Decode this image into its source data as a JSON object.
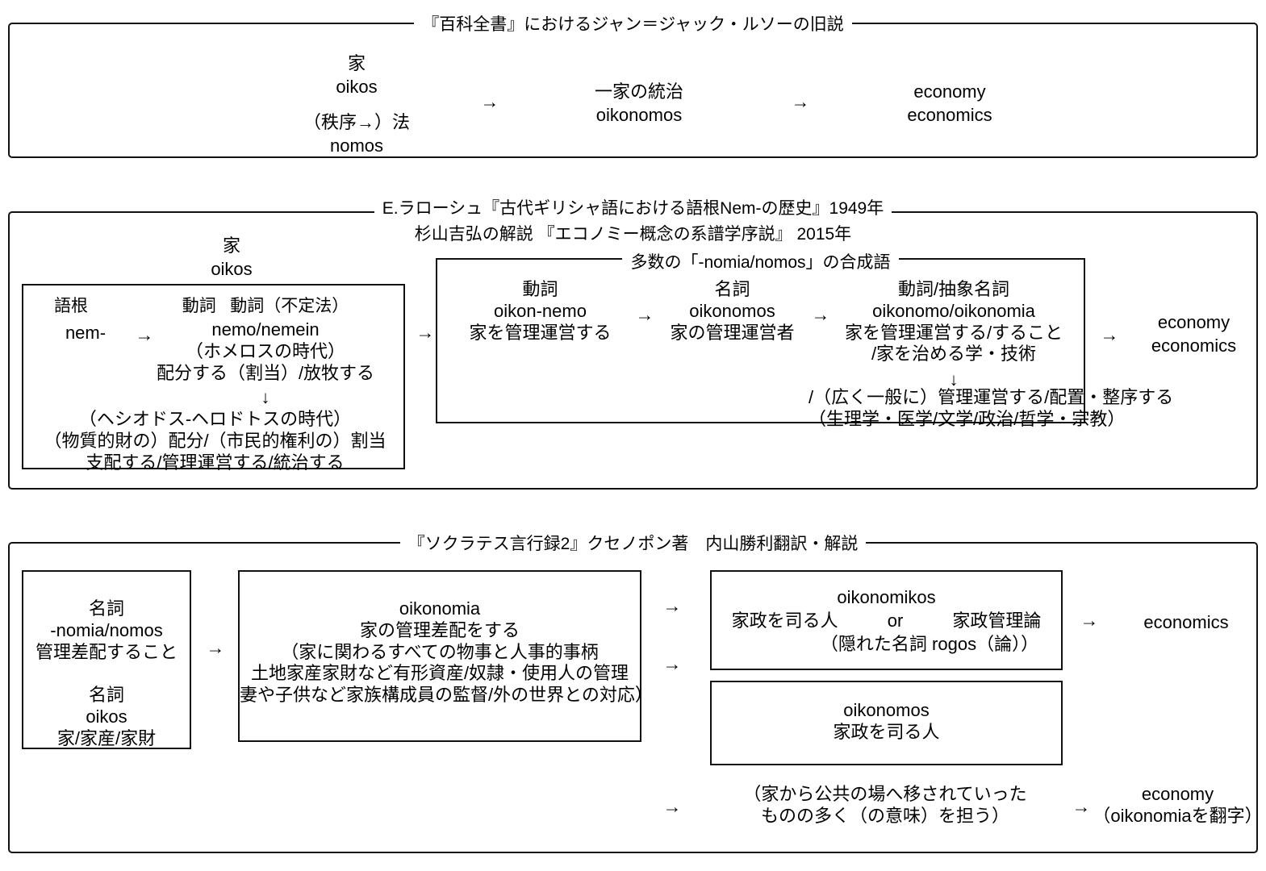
{
  "page": {
    "title": "オイコス・ノモス語源系譜図"
  },
  "sections": [
    {
      "id": "rousseau",
      "title": "『百科全書』におけるジャン＝ジャック・ルソーの旧説",
      "nodes": {
        "left_top": "家\noikos",
        "left_bottom": "（秩序→）法\nnomos",
        "middle": "一家の統治\noikonomos",
        "right": "economy\neconomics"
      },
      "arrows": [
        "→",
        "→"
      ]
    },
    {
      "id": "laroche",
      "title_line1": "E.ラローシュ『古代ギリシャ語における語根Nem-の歴史』1949年",
      "title_line2": "杉山吉弘の解説 『エコノミー概念の系譜学序説』 2015年",
      "oikos_label": "家\noikos",
      "root_box": {
        "headers": "語根                    動詞   動詞（不定法）",
        "root": "nem-",
        "arrow": "→",
        "verb_forms": "nemo/nemein\n（ホメロスの時代）\n配分する（割当）/放牧する",
        "down_arrow": "↓",
        "later_meanings": "（ヘシオドス-ヘロドトスの時代）\n（物質的財の）配分/（市民的権利の）割当\n支配する/管理運営する/統治する"
      },
      "arrow_to_compound": "→",
      "compound_box": {
        "title": "多数の「-nomia/nomos」の合成語",
        "col1": "動詞\noikon-nemo\n家を管理運営する",
        "arrow1": "→",
        "col2": "名詞\noikonomos\n家の管理運営者",
        "arrow2": "→",
        "col3": "動詞/抽象名詞\noikonomo/oikonomia\n家を管理運営する/すること\n/家を治める学・技術",
        "col3_down_arrow": "↓",
        "col3_extended": "/（広く一般に）管理運営する/配置・整序する\n（生理学・医学/文学/政治/哲学・宗教）"
      },
      "arrow_to_result": "→",
      "result": "economy\neconomics"
    },
    {
      "id": "xenophon",
      "title": "『ソクラテス言行録2』クセノポン著　内山勝利翻訳・解説",
      "left_box": "名詞\n-nomia/nomos\n管理差配すること\n\n名詞\noikos\n家/家産/家財",
      "arrow_left_to_mid": "→",
      "mid_box": "oikonomia\n家の管理差配をする\n（家に関わるすべての物事と人事的事柄\n土地家産家財など有形資産/奴隷・使用人の管理\n妻や子供など家族構成員の監督/外の世界との対応）",
      "arrow_mid_to_top": "→",
      "arrow_mid_to_bottom": "→",
      "arrow_mid_to_last": "→",
      "top_box": {
        "line1": "oikonomikos",
        "line2": "家政を司る人          or          家政管理論",
        "line3": "（隠れた名詞 rogos（論））"
      },
      "bottom_box": "oikonomos\n家政を司る人",
      "arrow_top_to_econ": "→",
      "economics": "economics",
      "public_note": "（家から公共の場へ移されていった\nものの多く（の意味）を担う）",
      "arrow_to_economy": "→",
      "economy": "economy\n（oikonomiaを翻字）"
    }
  ]
}
